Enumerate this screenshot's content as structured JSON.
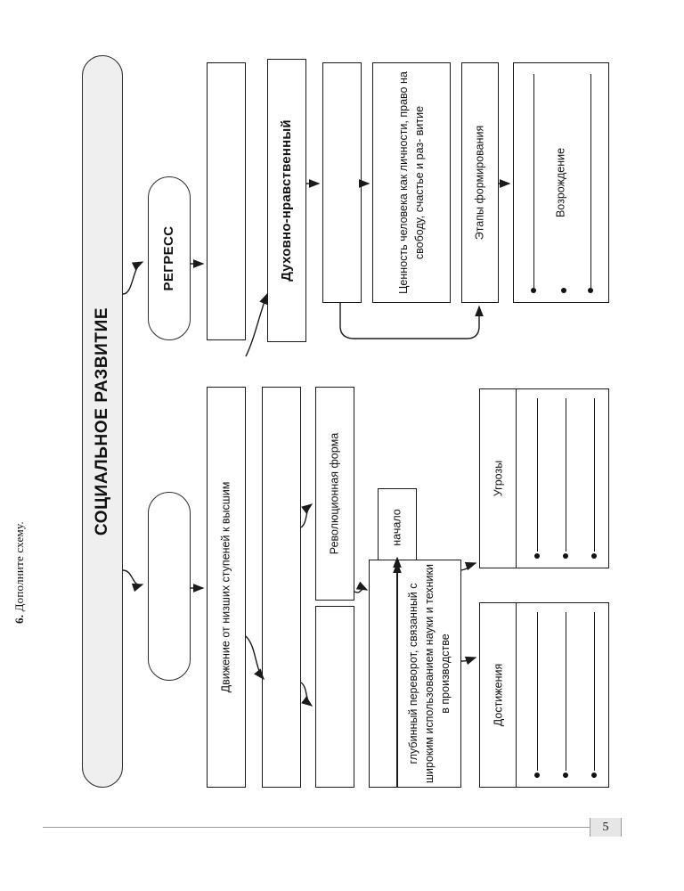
{
  "exercise": {
    "number": "6.",
    "instruction": "Дополните схему."
  },
  "footer": {
    "page_number": "5"
  },
  "diagram": {
    "title": "СОЦИАЛЬНОЕ РАЗВИТИЕ",
    "branch_regress": {
      "label": "РЕГРЕСС",
      "blank_box": ""
    },
    "branch_progress": {
      "label": "",
      "definition": "Движение от низших ступеней к высшим"
    },
    "upper_row": {
      "blank_box_1": "",
      "criterion": "Духовно-нравственный",
      "blank_box_2": "",
      "criterion_detail": "Ценность человека как личности, право на свободу, счастье и раз-\nвитие",
      "stages_label": "Этапы формирования",
      "stage_name": "Возрождение",
      "stage_items": [
        "",
        "",
        ""
      ]
    },
    "lower_row": {
      "blank_form_box": "",
      "form_revolutionary": "Революционная форма",
      "blank_form_box_2": "",
      "start_label": "начало",
      "revolution_definition": "глубинный переворот, связанный с широким  использованием науки и техники в производстве",
      "results": [
        {
          "label": "Угрозы",
          "items": [
            "",
            "",
            ""
          ]
        },
        {
          "label": "Достижения",
          "items": [
            "",
            "",
            ""
          ]
        }
      ]
    }
  },
  "colors": {
    "ink": "#1a1a1a",
    "pill_fill": "#efefef",
    "rule": "#9b9b9b",
    "page_badge": "#e6e6e6"
  }
}
